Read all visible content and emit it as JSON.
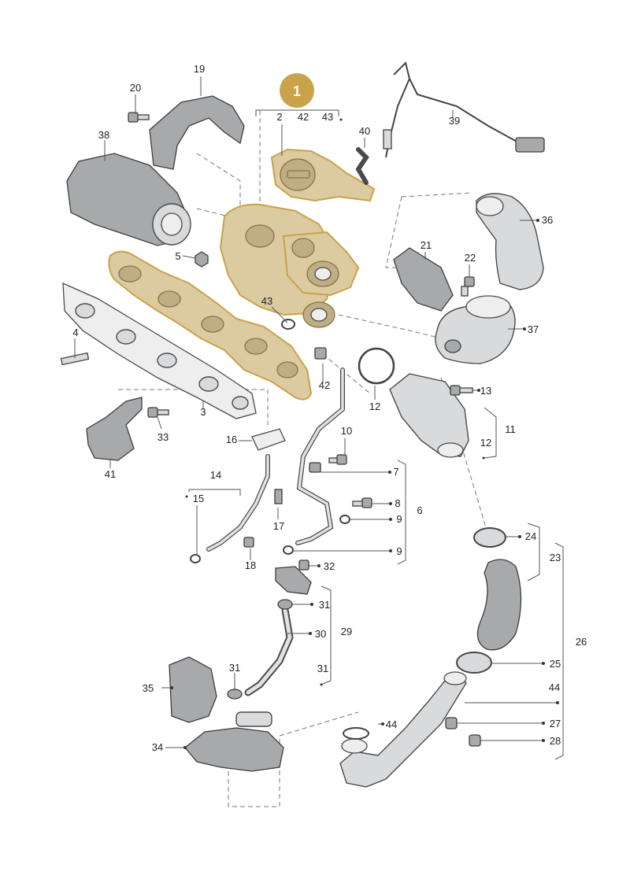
{
  "diagram": {
    "highlight_color": "#c9a24a",
    "badge_color": "#c9a24a",
    "badge": "1",
    "labels": {
      "l2": "2",
      "l42a": "42",
      "l43a": "43",
      "l19": "19",
      "l20": "20",
      "l38": "38",
      "l39": "39",
      "l40": "40",
      "l36": "36",
      "l5": "5",
      "l21": "21",
      "l22": "22",
      "l43b": "43",
      "l37": "37",
      "l4": "4",
      "l42b": "42",
      "l12a": "12",
      "l13": "13",
      "l3": "3",
      "l11": "11",
      "l12b": "12",
      "l33": "33",
      "l10": "10",
      "l16": "16",
      "l41": "41",
      "l7": "7",
      "l14": "14",
      "l15": "15",
      "l8": "8",
      "l6": "6",
      "l9a": "9",
      "l17": "17",
      "l24": "24",
      "l23": "23",
      "l9b": "9",
      "l18": "18",
      "l32": "32",
      "l31a": "31",
      "l30": "30",
      "l29": "29",
      "l25": "25",
      "l26": "26",
      "l31b": "31",
      "l31c": "31",
      "l35": "35",
      "l44a": "44",
      "l44b": "44",
      "l27": "27",
      "l28": "28",
      "l34": "34"
    }
  }
}
